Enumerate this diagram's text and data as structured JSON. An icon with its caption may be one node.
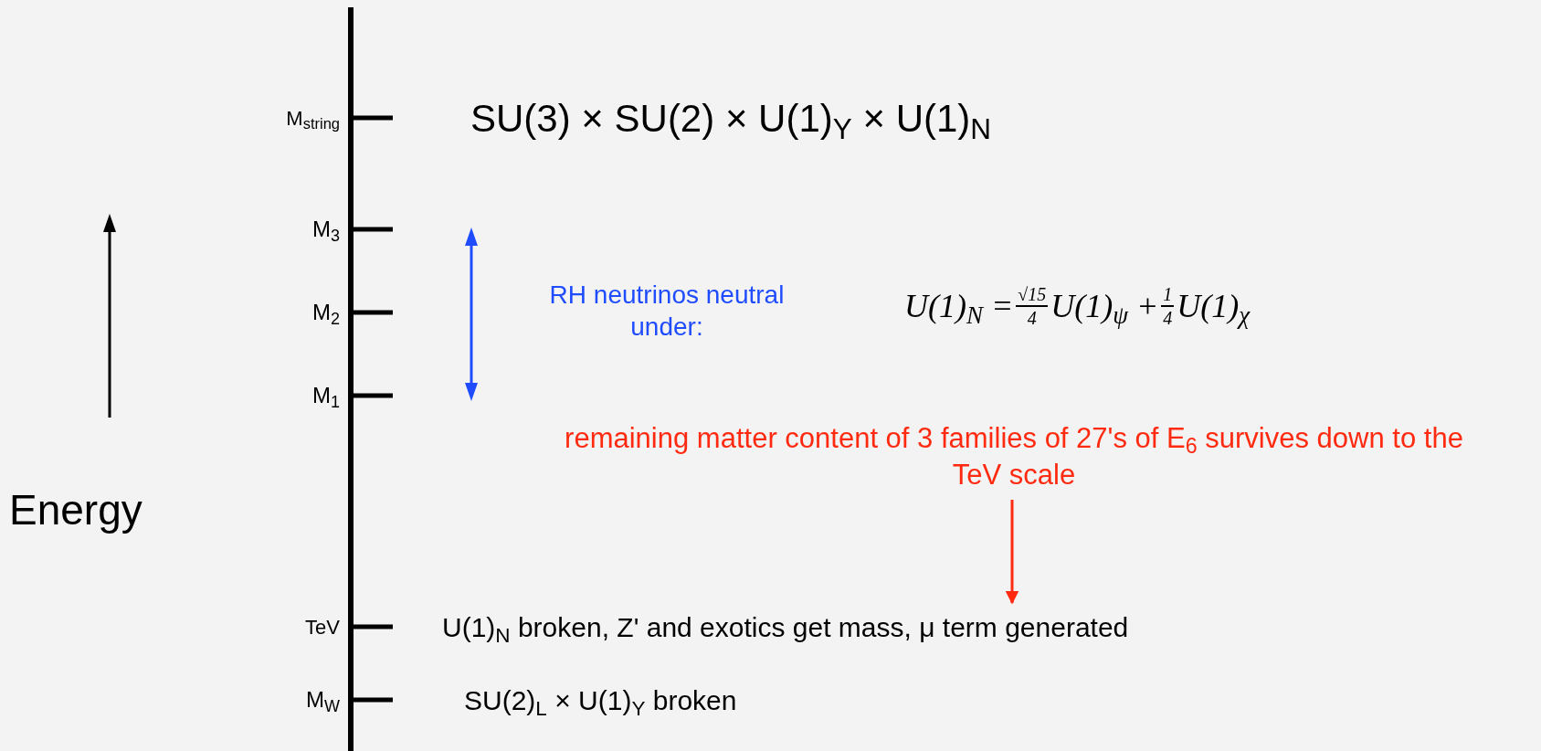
{
  "diagram": {
    "nodes": [
      {
        "text": [
          "remaining matter content of 3 families of 27's of E$_{6}$ survives down to the TeV scale"
        ]
      },
      {
        "text": [
          "U(1)$_{N}$ broken, Z' and exotics get mass, μ term generated"
        ]
      }
    ],
    "edges": [
      {
        "from": 0,
        "to": 1,
        "arrow": "to"
      }
    ],
    "labels": [
      "M$_{string}$",
      "SU(3) × SU(2) × U(1)$_{Y}$ × U(1)$_{N}$",
      "M$_{3}$",
      "M$_{2}$",
      "M$_{1}$",
      "RH neutrinos neutral under:",
      "U(1)$_{N}$ =",
      "√15",
      "4",
      "U(1)$_{ψ}$ +",
      "1",
      "4",
      "U(1)$_{χ}$",
      "Energy",
      "TeV",
      "M$_{W}$",
      "SU(2)$_{L}$ × U(1)$_{Y}$ broken"
    ]
  }
}
